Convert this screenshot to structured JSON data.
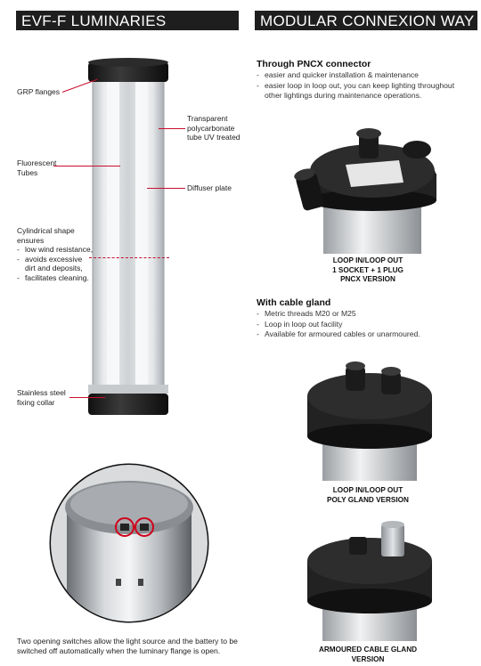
{
  "left_header": "EVF-F LUMINARIES",
  "right_header": "MODULAR CONNEXION WAY",
  "labels": {
    "grp": "GRP flanges",
    "transparent": "Transparent polycarbonate tube UV treated",
    "fluorescent": "Fluorescent Tubes",
    "diffuser": "Diffuser plate",
    "cyl_title": "Cylindrical shape ensures",
    "cyl_items": [
      "low wind resistance,",
      "avoids excessive dirt and deposits,",
      "facilitates cleaning."
    ],
    "stainless": "Stainless steel fixing collar"
  },
  "pncx": {
    "title": "Through PNCX connector",
    "items": [
      "easier and quicker installation & maintenance",
      "easier loop in loop out, you can keep lighting throughout other lightings during maintenance operations."
    ],
    "caption": [
      "LOOP IN/LOOP OUT",
      "1 SOCKET + 1 PLUG",
      "PNCX VERSION"
    ]
  },
  "gland": {
    "title": "With cable gland",
    "items": [
      "Metric threads M20 or M25",
      "Loop in loop out facility",
      "Available for armoured cables or unarmoured."
    ],
    "caption": [
      "LOOP IN/LOOP OUT",
      "POLY GLAND VERSION"
    ]
  },
  "armoured": {
    "caption": [
      "ARMOURED CABLE GLAND",
      "VERSION"
    ]
  },
  "footer": "Two opening switches allow the light source and the battery to be switched off automatically when the luminary flange is open.",
  "colors": {
    "header_bg": "#1e1e1e",
    "pointer_line": "#c8102e"
  }
}
